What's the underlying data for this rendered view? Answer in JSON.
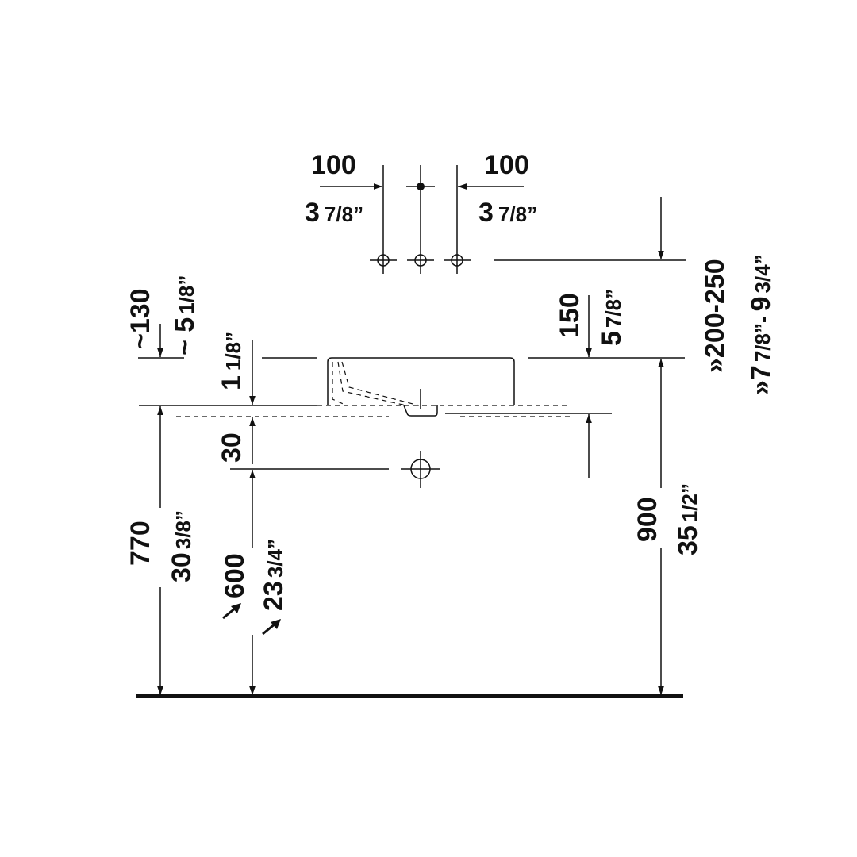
{
  "dimensions": {
    "tap_left_mm": "100",
    "tap_left_in_whole": "3",
    "tap_left_in_frac": "7/8”",
    "tap_right_mm": "100",
    "tap_right_in_whole": "3",
    "tap_right_in_frac": "7/8”",
    "tap_height_mm": "»200-250",
    "tap_height_in_a": "»7",
    "tap_height_in_b": "7/8”-",
    "tap_height_in_c": "9",
    "tap_height_in_d": "3/4”",
    "basin_depth_mm": "~130",
    "basin_depth_in_a": "~ 5",
    "basin_depth_in_b": "1/8”",
    "basin_height_mm": "150",
    "basin_height_in_a": "5",
    "basin_height_in_b": "7/8”",
    "counter_thickness_in_a": "1",
    "counter_thickness_in_b": "1/8”",
    "counter_thickness_mm": "30",
    "counter_height_mm": "770",
    "counter_height_in_a": "30",
    "counter_height_in_b": "3/8”",
    "drain_height_mm": "600",
    "drain_height_in_a": "23",
    "drain_height_in_b": "3/4”",
    "total_height_mm": "900",
    "total_height_in_a": "35",
    "total_height_in_b": "1/2”"
  }
}
